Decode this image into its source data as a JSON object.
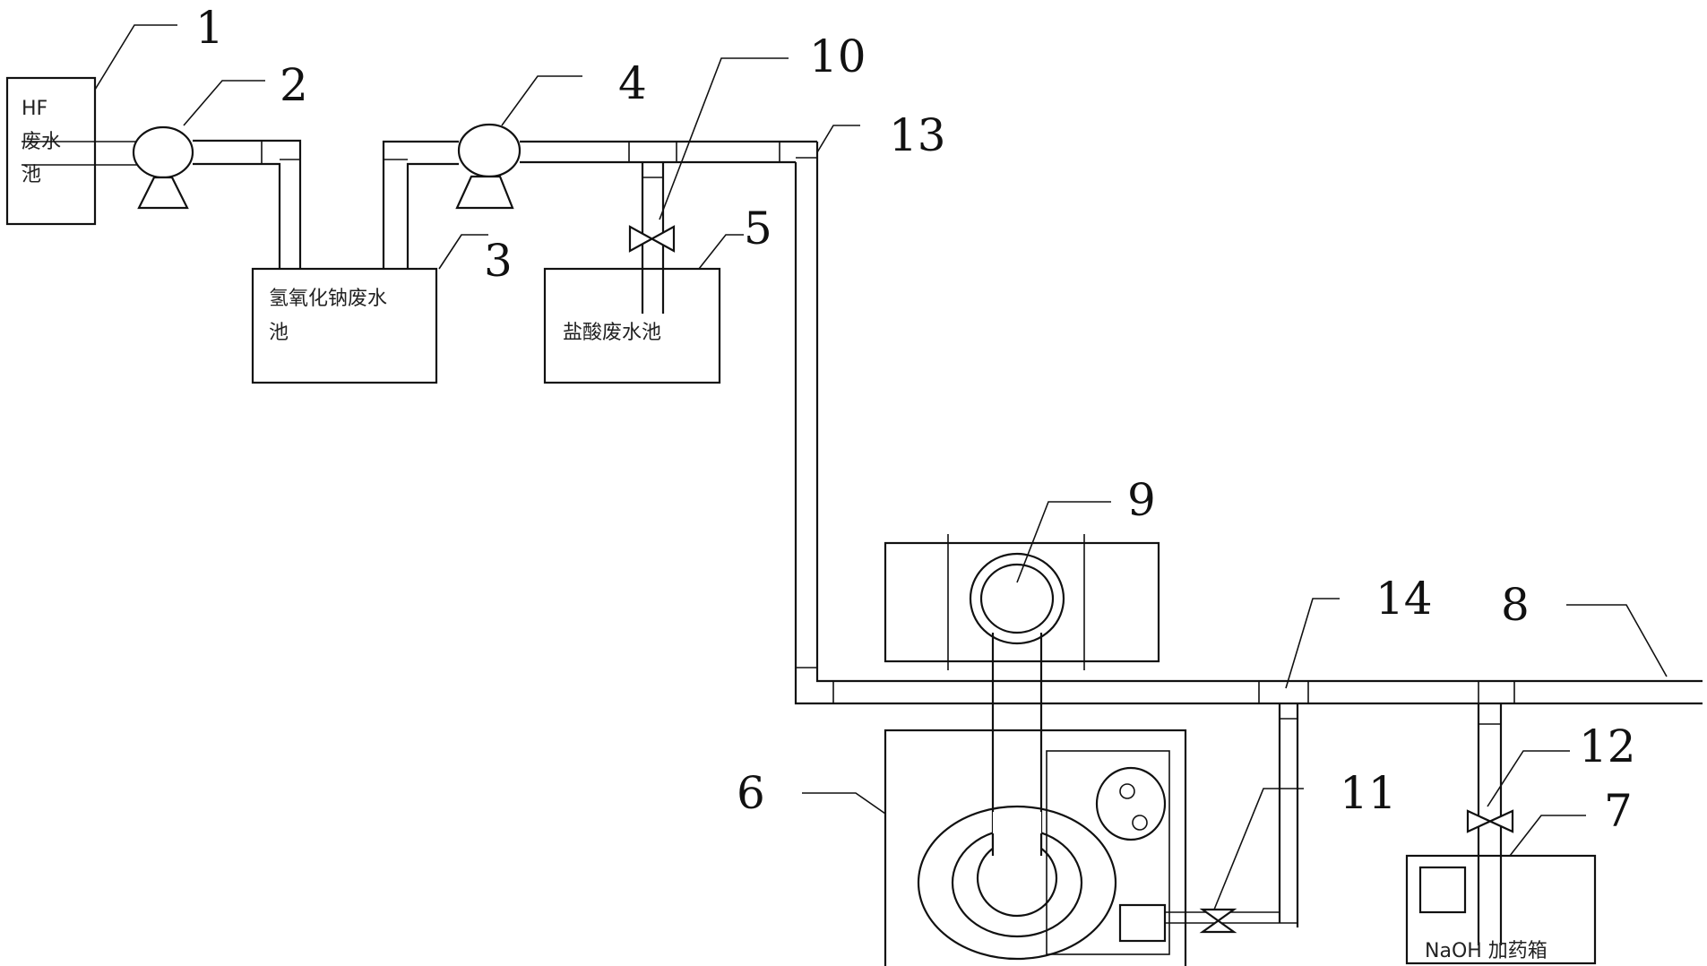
{
  "labels": {
    "n1": "1",
    "n2": "2",
    "n3": "3",
    "n4": "4",
    "n5": "5",
    "n6": "6",
    "n7": "7",
    "n8": "8",
    "n9": "9",
    "n10": "10",
    "n11": "11",
    "n12": "12",
    "n13": "13",
    "n14": "14"
  },
  "tanks": {
    "hf_line1": "HF",
    "hf_line2": "废水",
    "hf_line3": "池",
    "naoh_waste_line1": "氢氧化钠废水",
    "naoh_waste_line2": "池",
    "hcl_waste": "盐酸废水池",
    "naoh_dosing": "NaOH 加药箱"
  }
}
